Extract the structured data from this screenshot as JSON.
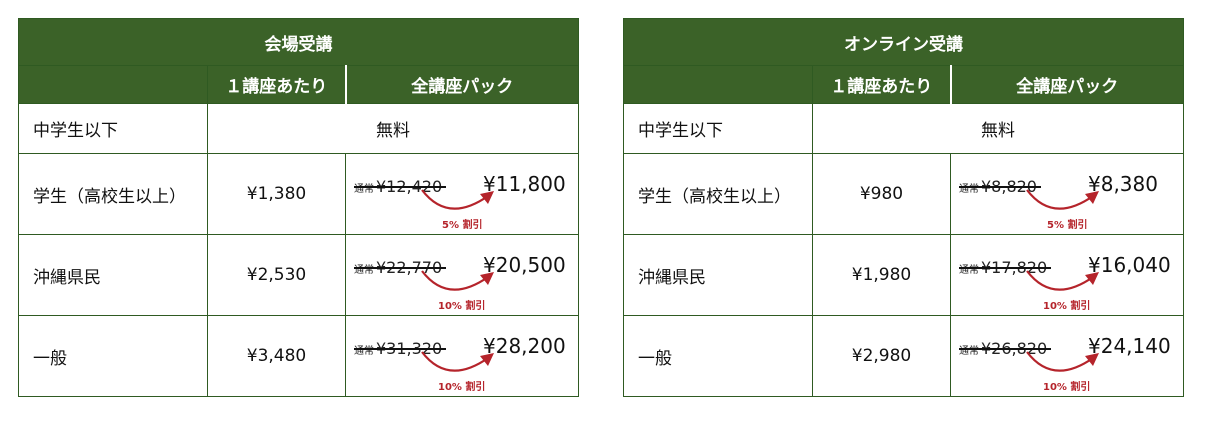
{
  "tables": [
    {
      "title": "会場受講",
      "col_per": "１講座あたり",
      "col_pack": "全講座パック",
      "free_row": {
        "label": "中学生以下",
        "value": "無料"
      },
      "rows": [
        {
          "label": "学生（高校生以上）",
          "per": "¥1,380",
          "tag": "通常",
          "old": "¥12,420",
          "new": "¥11,800",
          "discount": "5% 割引"
        },
        {
          "label": "沖縄県民",
          "per": "¥2,530",
          "tag": "通常",
          "old": "¥22,770",
          "new": "¥20,500",
          "discount": "10% 割引"
        },
        {
          "label": "一般",
          "per": "¥3,480",
          "tag": "通常",
          "old": "¥31,320",
          "new": "¥28,200",
          "discount": "10% 割引"
        }
      ]
    },
    {
      "title": "オンライン受講",
      "col_per": "１講座あたり",
      "col_pack": "全講座パック",
      "free_row": {
        "label": "中学生以下",
        "value": "無料"
      },
      "rows": [
        {
          "label": "学生（高校生以上）",
          "per": "¥980",
          "tag": "通常",
          "old": "¥8,820",
          "new": "¥8,380",
          "discount": "5% 割引"
        },
        {
          "label": "沖縄県民",
          "per": "¥1,980",
          "tag": "通常",
          "old": "¥17,820",
          "new": "¥16,040",
          "discount": "10% 割引"
        },
        {
          "label": "一般",
          "per": "¥2,980",
          "tag": "通常",
          "old": "¥26,820",
          "new": "¥24,140",
          "discount": "10% 割引"
        }
      ]
    }
  ],
  "colors": {
    "header_bg": "#3b6228",
    "discount": "#b5242b"
  }
}
